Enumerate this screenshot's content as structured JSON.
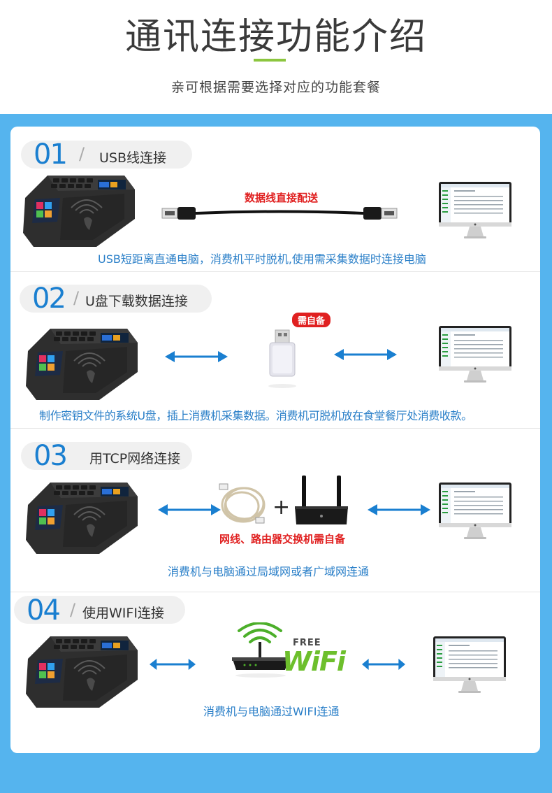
{
  "header": {
    "title": "通讯连接功能介绍",
    "subtitle": "亲可根据需要选择对应的功能套餐"
  },
  "colors": {
    "accent": "#1a7fd0",
    "band": "#55b4ee",
    "green_bar": "#8cc63f",
    "red": "#e02020"
  },
  "sections": [
    {
      "number": "01",
      "slash": "/",
      "title": "USB线连接",
      "caption": "USB短距离直通电脑，消费机平时脱机,使用需采集数据时连接电脑",
      "note": "数据线直接配送"
    },
    {
      "number": "02",
      "slash": "/",
      "title": "U盘下载数据连接",
      "caption": "制作密钥文件的系统U盘，插上消费机采集数据。消费机可脱机放在食堂餐厅处消费收款。",
      "badge": "需自备"
    },
    {
      "number": "03",
      "slash": "/",
      "title": "用TCP网络连接",
      "caption": "消费机与电脑通过局域网或者广域网连通",
      "note": "网线、路由器交换机需自备",
      "plus": "+"
    },
    {
      "number": "04",
      "slash": "/",
      "title": "使用WIFI连接",
      "caption": "消费机与电脑通过WIFI连通",
      "wifi_free": "FREE",
      "wifi_word": "WiFi"
    }
  ]
}
